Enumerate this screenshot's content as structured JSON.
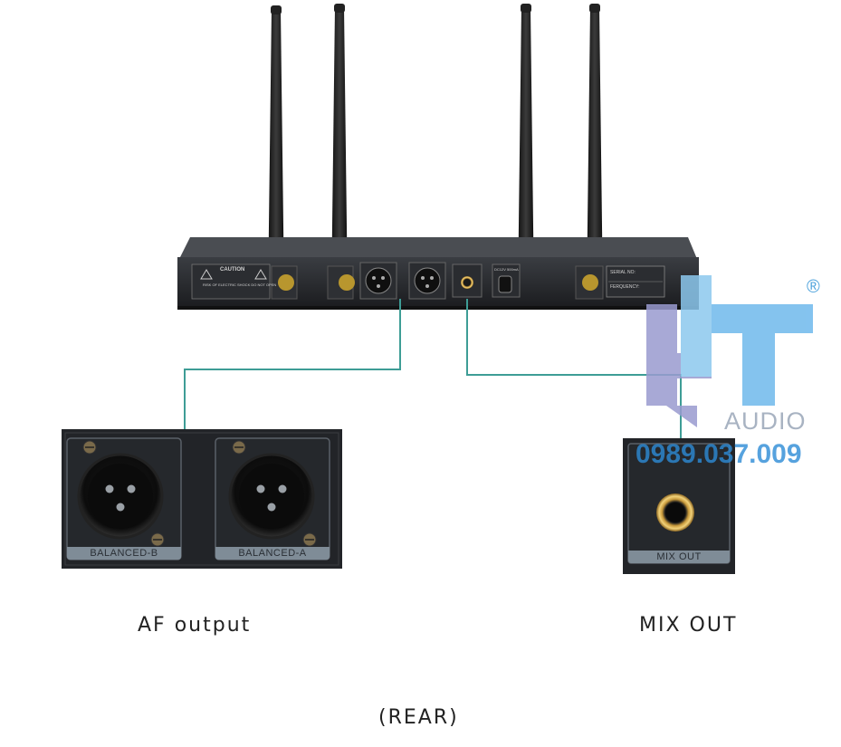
{
  "receiver": {
    "caution_title": "CAUTION",
    "caution_text": "RISK OF ELECTRIC SHOCK DO NOT OPEN",
    "dc_label": "DC12V 500mA",
    "serial_label": "SERIAL NO:",
    "frequency_label": "FERQUENCY:"
  },
  "af_panel": {
    "label_b": "BALANCED-B",
    "label_a": "BALANCED-A",
    "caption": "AF output"
  },
  "mix_panel": {
    "label": "MIX OUT",
    "caption": "MIX OUT"
  },
  "footer_caption": "(REAR)",
  "watermark": {
    "logo_letters": "HT",
    "brand_word": "AUDIO",
    "registered_mark": "®",
    "phone": "0989.037.009"
  },
  "colors": {
    "connector_line": "#3e9d96",
    "panel_body": "#222428",
    "watermark_blue": "#2d8bd6",
    "watermark_purple": "#8e8fc4"
  }
}
